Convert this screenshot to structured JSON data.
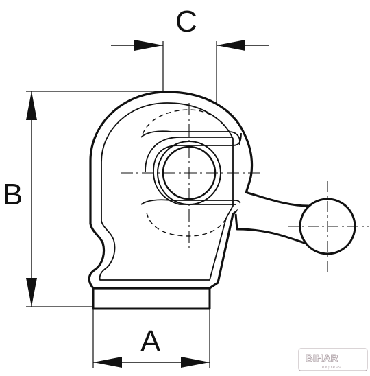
{
  "dimensions": {
    "a": "A",
    "b": "B",
    "c": "C"
  },
  "watermark": {
    "brand": "BIHAR",
    "sub": "express"
  },
  "colors": {
    "line": "#111111",
    "watermark": "#b5a9ae"
  }
}
